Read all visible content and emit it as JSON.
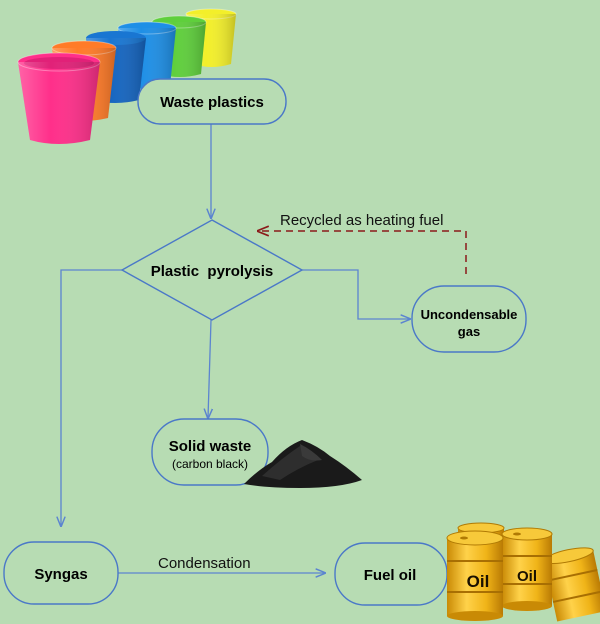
{
  "diagram": {
    "nodes": {
      "waste_plastics": {
        "label": "Waste plastics"
      },
      "plastic_pyrolysis": {
        "label": "Plastic  pyrolysis"
      },
      "uncondensable_gas": {
        "line1": "Uncondensable",
        "line2": "gas"
      },
      "solid_waste": {
        "line1": "Solid waste",
        "line2": "(carbon black)"
      },
      "syngas": {
        "label": "Syngas"
      },
      "fuel_oil": {
        "label": "Fuel oil"
      }
    },
    "edges": {
      "recycled": {
        "label": "Recycled  as heating fuel"
      },
      "condensation": {
        "label": "Condensation"
      }
    },
    "barrels": {
      "label": "Oil"
    }
  },
  "colors": {
    "background": "#b7dcb3",
    "node_fill": "#b7dcb3",
    "node_stroke": "#4a78c8",
    "edge_stroke": "#5b84d0",
    "recycle_stroke": "#8b1a1a",
    "cup_colors": [
      "#ff2f8a",
      "#ff7b28",
      "#1e8fe6",
      "#5fcf3c",
      "#f3ef2a"
    ],
    "barrel_color": "#f0b418"
  }
}
